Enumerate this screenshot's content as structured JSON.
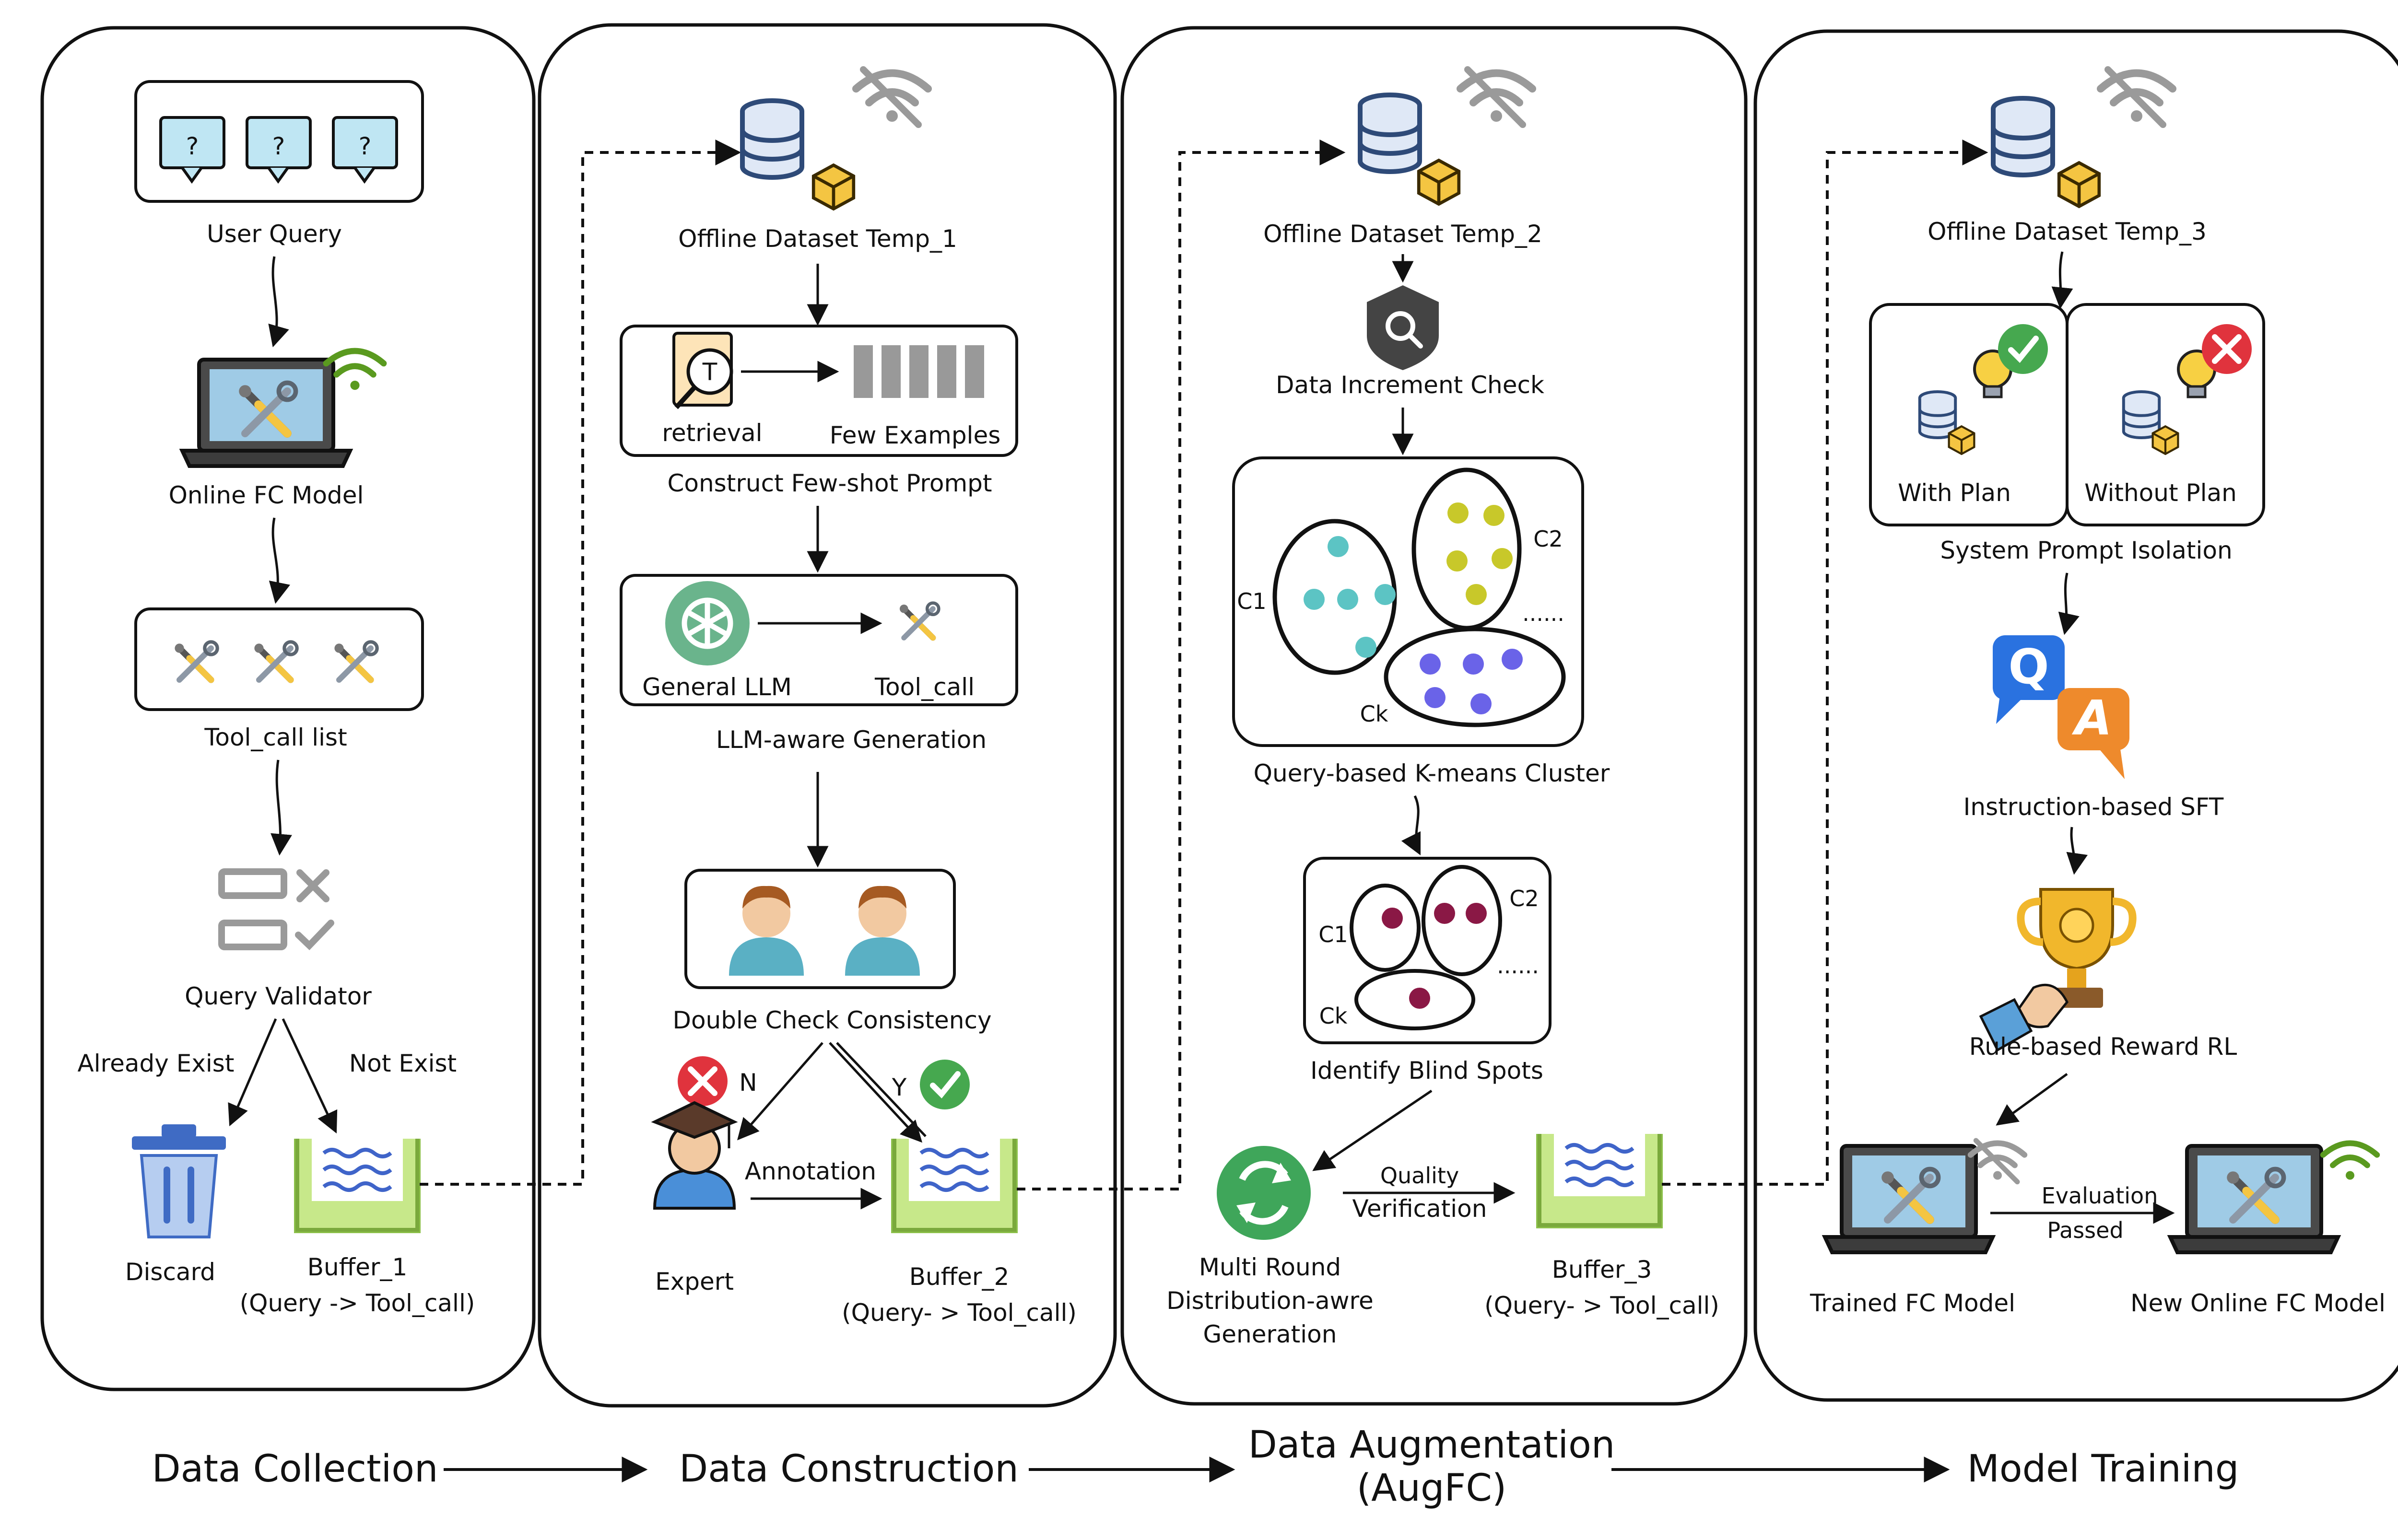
{
  "panels": {
    "collection": {
      "user_query": "User Query",
      "query_mark": "?",
      "online_model": "Online FC Model",
      "tool_list": "Tool_call list",
      "validator": "Query Validator",
      "already_exist": "Already Exist",
      "not_exist": "Not Exist",
      "discard": "Discard",
      "buffer1_title": "Buffer_1",
      "buffer1_sub": "(Query -> Tool_call)"
    },
    "construction": {
      "dataset1": "Offline Dataset Temp_1",
      "retrieval": "retrieval",
      "few_examples": "Few Examples",
      "few_shot_prompt": "Construct Few-shot Prompt",
      "general_llm": "General LLM",
      "tool_call": "Tool_call",
      "llm_aware": "LLM-aware Generation",
      "double_check": "Double Check Consistency",
      "n_label": "N",
      "y_label": "Y",
      "annotation": "Annotation",
      "expert": "Expert",
      "buffer2_title": "Buffer_2",
      "buffer2_sub": "(Query- > Tool_call)"
    },
    "augmentation": {
      "dataset2": "Offline Dataset Temp_2",
      "increment_check": "Data Increment Check",
      "c1": "C1",
      "c2": "C2",
      "ck": "Ck",
      "dots": "......",
      "kmeans": "Query-based K-means Cluster",
      "blind_spots": "Identify Blind Spots",
      "quality": "Quality",
      "verification": "Verification",
      "multi1": "Multi Round",
      "multi2": "Distribution-awre",
      "multi3": "Generation",
      "buffer3_title": "Buffer_3",
      "buffer3_sub": "(Query- > Tool_call)"
    },
    "training": {
      "dataset3": "Offline Dataset Temp_3",
      "with_plan": "With Plan",
      "without_plan": "Without Plan",
      "prompt_isolation": "System Prompt Isolation",
      "q_letter": "Q",
      "a_letter": "A",
      "sft": "Instruction-based SFT",
      "rl": "Rule-based Reward RL",
      "evaluation": "Evaluation",
      "passed": "Passed",
      "trained_model": "Trained FC Model",
      "new_model": "New Online FC Model"
    }
  },
  "stages": {
    "s1": "Data Collection",
    "s2": "Data Construction",
    "s3_line1": "Data Augmentation",
    "s3_line2": "(AugFC)",
    "s4": "Model Training"
  },
  "colors": {
    "ink": "#111111",
    "db_blue": "#2e4a78",
    "db_fill": "#dfe8f6",
    "cube_gold": "#f4c542",
    "buffer_green": "#c7e88a",
    "wave_blue": "#3f64c9",
    "gpt_green": "#6ab48c",
    "cluster_teal": "#5cc4c4",
    "cluster_olive": "#c8c82a",
    "cluster_purple": "#6a63e8",
    "cluster_maroon": "#8a1845",
    "red_badge": "#e0333d",
    "green_badge": "#46a84f",
    "wifi_green": "#5a9a1f",
    "wifi_grey": "#9a9a9a",
    "q_blue": "#2a72e0",
    "a_orange": "#ee8a2c"
  }
}
